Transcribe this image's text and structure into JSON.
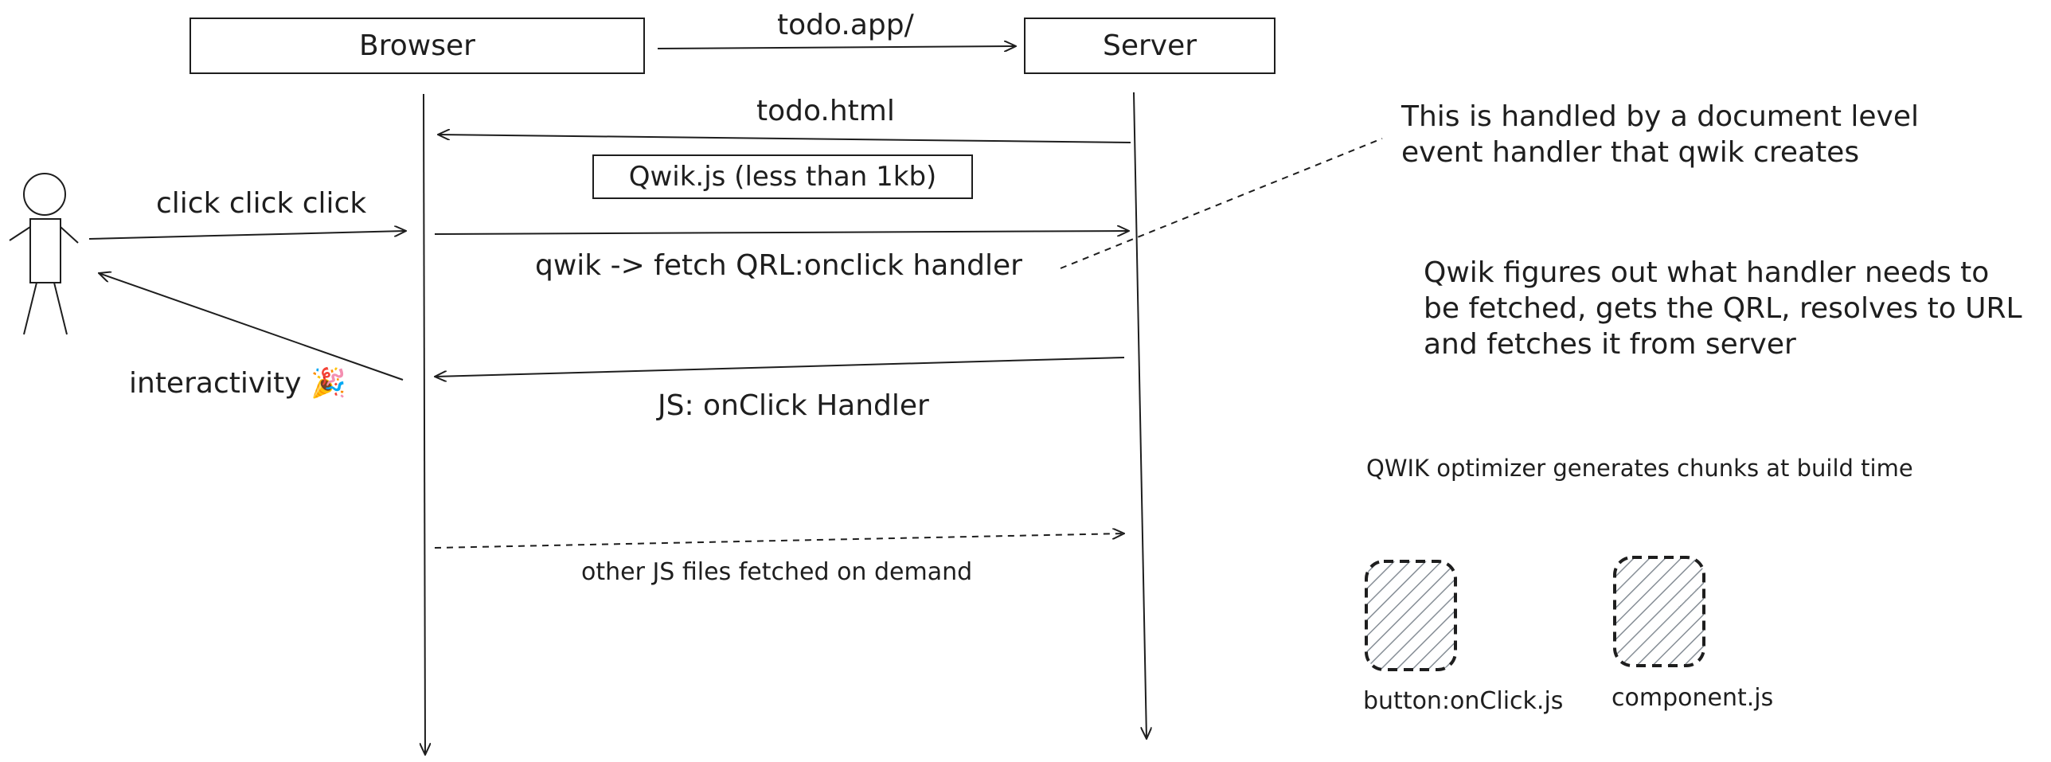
{
  "participants": {
    "browser": "Browser",
    "server": "Server"
  },
  "messages": {
    "todo_app": "todo.app/",
    "todo_html": "todo.html",
    "qwik_js": "Qwik.js (less than 1kb)",
    "click": "click click click",
    "qwik_fetch": "qwik -> fetch QRL:onclick handler",
    "interactivity": "interactivity 🎉",
    "js_onclick": "JS: onClick Handler",
    "other_js": "other JS files fetched on demand"
  },
  "notes": {
    "document_handler": [
      "This is handled by a document level",
      "event handler that qwik creates"
    ],
    "qwik_figures": [
      "Qwik figures out what handler needs to",
      "be fetched, gets the QRL, resolves to URL",
      "and fetches it from server"
    ],
    "optimizer": "QWIK optimizer generates chunks at build time"
  },
  "chunks": [
    {
      "label": "button:onClick.js"
    },
    {
      "label": "component.js"
    }
  ],
  "colors": {
    "stroke": "#1e1e1e",
    "hatch": "#868e96",
    "background": "#ffffff"
  }
}
